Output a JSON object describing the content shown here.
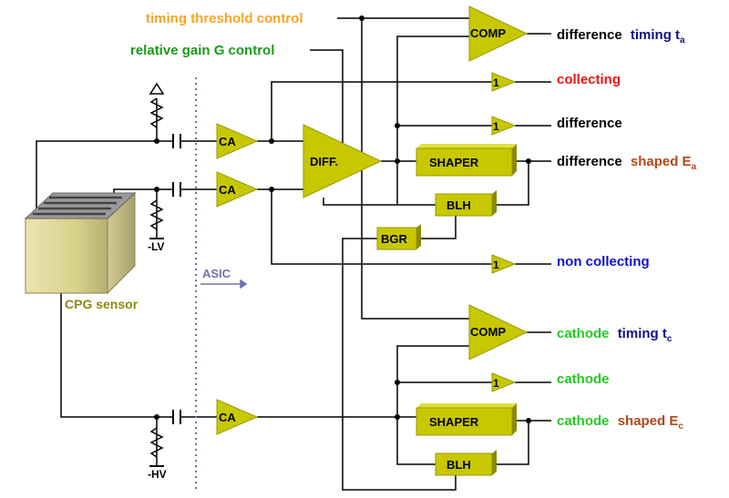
{
  "colors": {
    "block_fill": "#c8c800",
    "block_shade": "#8a8a00",
    "wire": "#000000",
    "orange": "#f5a623",
    "green": "#1a9a1a",
    "bright_green": "#22cc22",
    "red": "#ee1111",
    "blue": "#1010cc",
    "navy": "#101080",
    "brown": "#b0481a",
    "olive": "#8a8a10",
    "asic_gray": "#7070b0"
  },
  "controls": {
    "timing_threshold": "timing threshold control",
    "relative_gain": "relative gain G control"
  },
  "blocks": {
    "ca": "CA",
    "diff": "DIFF.",
    "comp": "COMP",
    "shaper": "SHAPER",
    "blh": "BLH",
    "bgr": "BGR",
    "buffer": "1"
  },
  "outputs": {
    "diff_timing": {
      "pre": "difference",
      "main": "timing t",
      "sub": "a"
    },
    "collecting": "collecting",
    "difference": "difference",
    "diff_shaped": {
      "pre": "difference",
      "main": "shaped E",
      "sub": "a"
    },
    "non_collecting": "non collecting",
    "cath_timing": {
      "pre": "cathode",
      "main": "timing t",
      "sub": "c"
    },
    "cathode": "cathode",
    "cath_shaped": {
      "pre": "cathode",
      "main": "shaped E",
      "sub": "c"
    }
  },
  "sensor": {
    "label": "CPG sensor"
  },
  "bias": {
    "lv": "-LV",
    "hv": "-HV"
  },
  "asic": {
    "label": "ASIC"
  }
}
